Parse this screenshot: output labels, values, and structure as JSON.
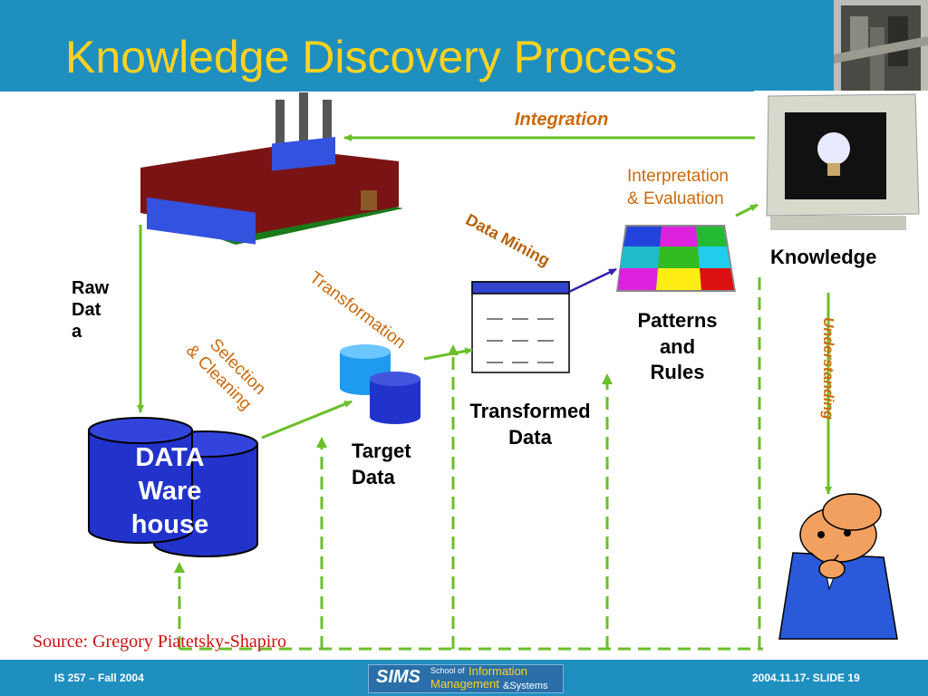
{
  "slide": {
    "title": "Knowledge Discovery Process",
    "source": "Source: Gregory Piatetsky-Shapiro"
  },
  "footer": {
    "course": "IS 257 – Fall 2004",
    "slide_ref": "2004.11.17- SLIDE 19",
    "logo": {
      "sims": "SIMS",
      "school_of": "School of",
      "information": "Information",
      "management": "Management",
      "and_systems": "&Systems"
    }
  },
  "diagram": {
    "warehouse_label": [
      "DATA",
      "Ware",
      "house"
    ],
    "raw_data": [
      "Raw",
      "Dat",
      "a"
    ],
    "selection": [
      "Selection",
      "& Cleaning"
    ],
    "target_data": [
      "Target",
      "Data"
    ],
    "transformation": "Transformation",
    "transformed_data": [
      "Transformed",
      "Data"
    ],
    "data_mining": "Data Mining",
    "patterns": [
      "Patterns",
      "and",
      "Rules"
    ],
    "interpretation": [
      "Interpretation",
      "& Evaluation"
    ],
    "knowledge": "Knowledge",
    "integration": "Integration",
    "understanding": "Understanding"
  },
  "colors": {
    "header_blue": "#1f8fc0",
    "title_yellow": "#ffd21f",
    "arrow_green": "#6abf2a",
    "label_orange": "#cc6a0d",
    "cylinder_blue": "#2233cc"
  }
}
